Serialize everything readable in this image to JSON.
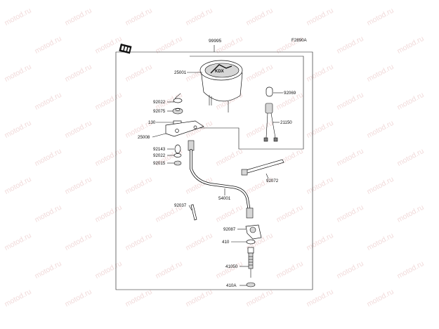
{
  "figure_code": "F2890A",
  "watermark_text": "motod.ru",
  "assembly_number": "99995",
  "parts": [
    {
      "id": "gauge",
      "number": "25001"
    },
    {
      "id": "washer-top",
      "number": "92022"
    },
    {
      "id": "grommet",
      "number": "92075"
    },
    {
      "id": "bolt",
      "number": "130"
    },
    {
      "id": "bracket",
      "number": "25008"
    },
    {
      "id": "spacer",
      "number": "92143"
    },
    {
      "id": "washer-lower",
      "number": "92022"
    },
    {
      "id": "nut",
      "number": "92015"
    },
    {
      "id": "bulb",
      "number": "92069"
    },
    {
      "id": "socket",
      "number": "21150"
    },
    {
      "id": "band",
      "number": "92072"
    },
    {
      "id": "cable",
      "number": "54001"
    },
    {
      "id": "clamp",
      "number": "92037"
    },
    {
      "id": "oil-seal",
      "number": "92087"
    },
    {
      "id": "gear-collar",
      "number": "410"
    },
    {
      "id": "pinion",
      "number": "41050"
    },
    {
      "id": "end-collar",
      "number": "410A"
    }
  ]
}
